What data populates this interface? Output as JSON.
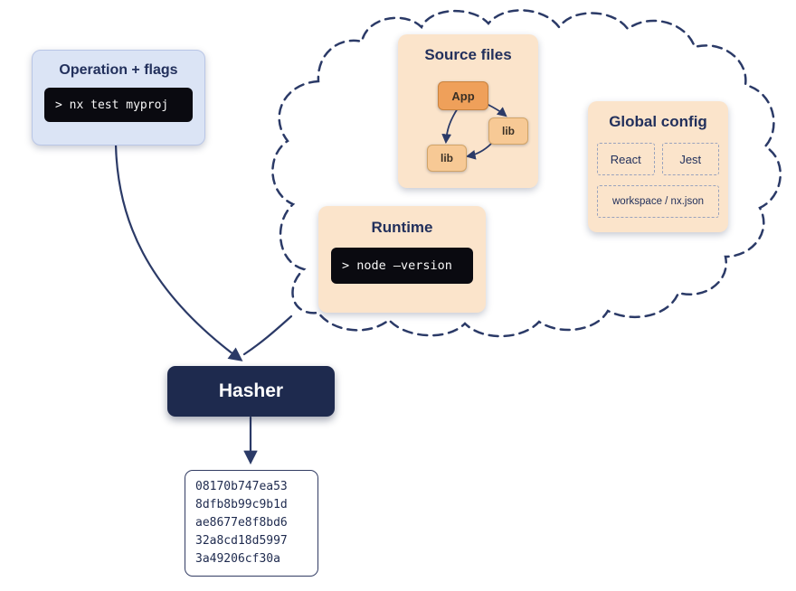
{
  "operation": {
    "title": "Operation + flags",
    "command": "> nx test myproj"
  },
  "source_files": {
    "title": "Source files",
    "app_label": "App",
    "lib_label": "lib"
  },
  "global_config": {
    "title": "Global config",
    "cells": [
      "React",
      "Jest"
    ],
    "workspace_label": "workspace / nx.json"
  },
  "runtime": {
    "title": "Runtime",
    "command": "> node –version"
  },
  "hasher": {
    "label": "Hasher"
  },
  "hash_output": {
    "lines": [
      "08170b747ea53",
      "8dfb8b99c9b1d",
      "ae8677e8f8bd6",
      "32a8cd18d5997",
      "3a49206cf30a"
    ]
  },
  "colors": {
    "navy": "#2b3a67",
    "hasher_bg": "#1e2a4e",
    "peach_card": "#fbe4cb",
    "blue_card": "#dbe4f5",
    "terminal_bg": "#0a0a10",
    "app_node": "#efa05a",
    "lib_node": "#f7c995"
  }
}
